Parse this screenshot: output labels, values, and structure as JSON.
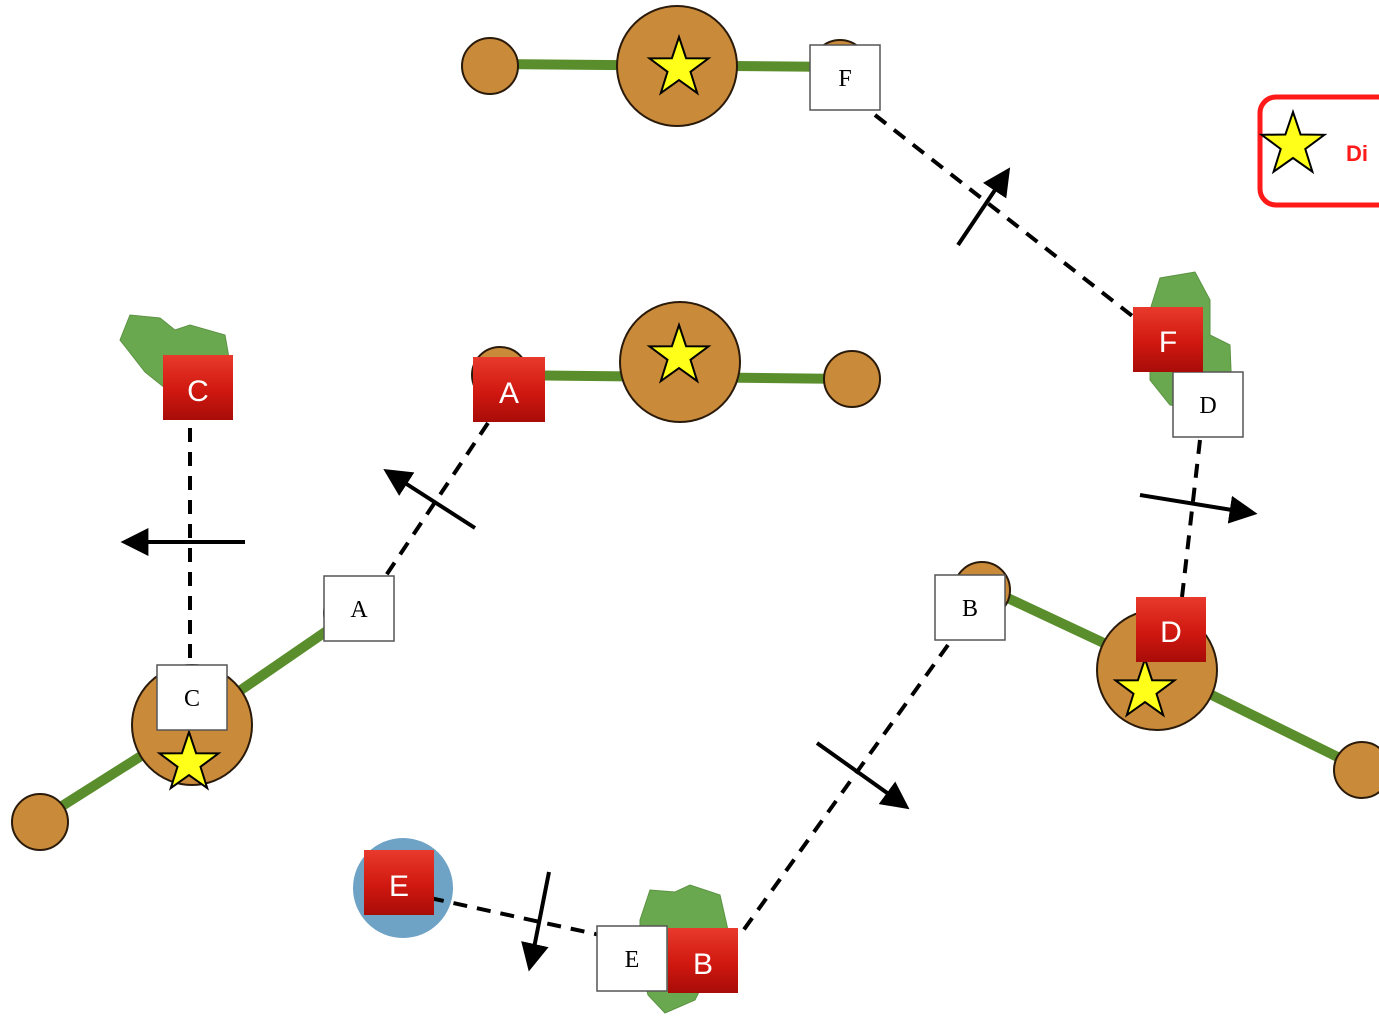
{
  "colors": {
    "road": "#5a8e2c",
    "town_fill": "#c98a3a",
    "town_stroke": "#2a1a0a",
    "star_fill": "#ffff1a",
    "woods": "#6aa84f",
    "red_marker": "#e01e14",
    "legend_border": "#ff1a1a",
    "water": "#6fa3c6"
  },
  "legend": {
    "icon": "star-icon",
    "text": "Di"
  },
  "white_markers": [
    {
      "id": "F",
      "label": "F"
    },
    {
      "id": "D",
      "label": "D"
    },
    {
      "id": "A",
      "label": "A"
    },
    {
      "id": "B",
      "label": "B"
    },
    {
      "id": "C",
      "label": "C"
    },
    {
      "id": "E",
      "label": "E"
    }
  ],
  "red_markers": [
    {
      "id": "C",
      "label": "C"
    },
    {
      "id": "A",
      "label": "A"
    },
    {
      "id": "F",
      "label": "F"
    },
    {
      "id": "D",
      "label": "D"
    },
    {
      "id": "E",
      "label": "E"
    },
    {
      "id": "B",
      "label": "B"
    }
  ]
}
